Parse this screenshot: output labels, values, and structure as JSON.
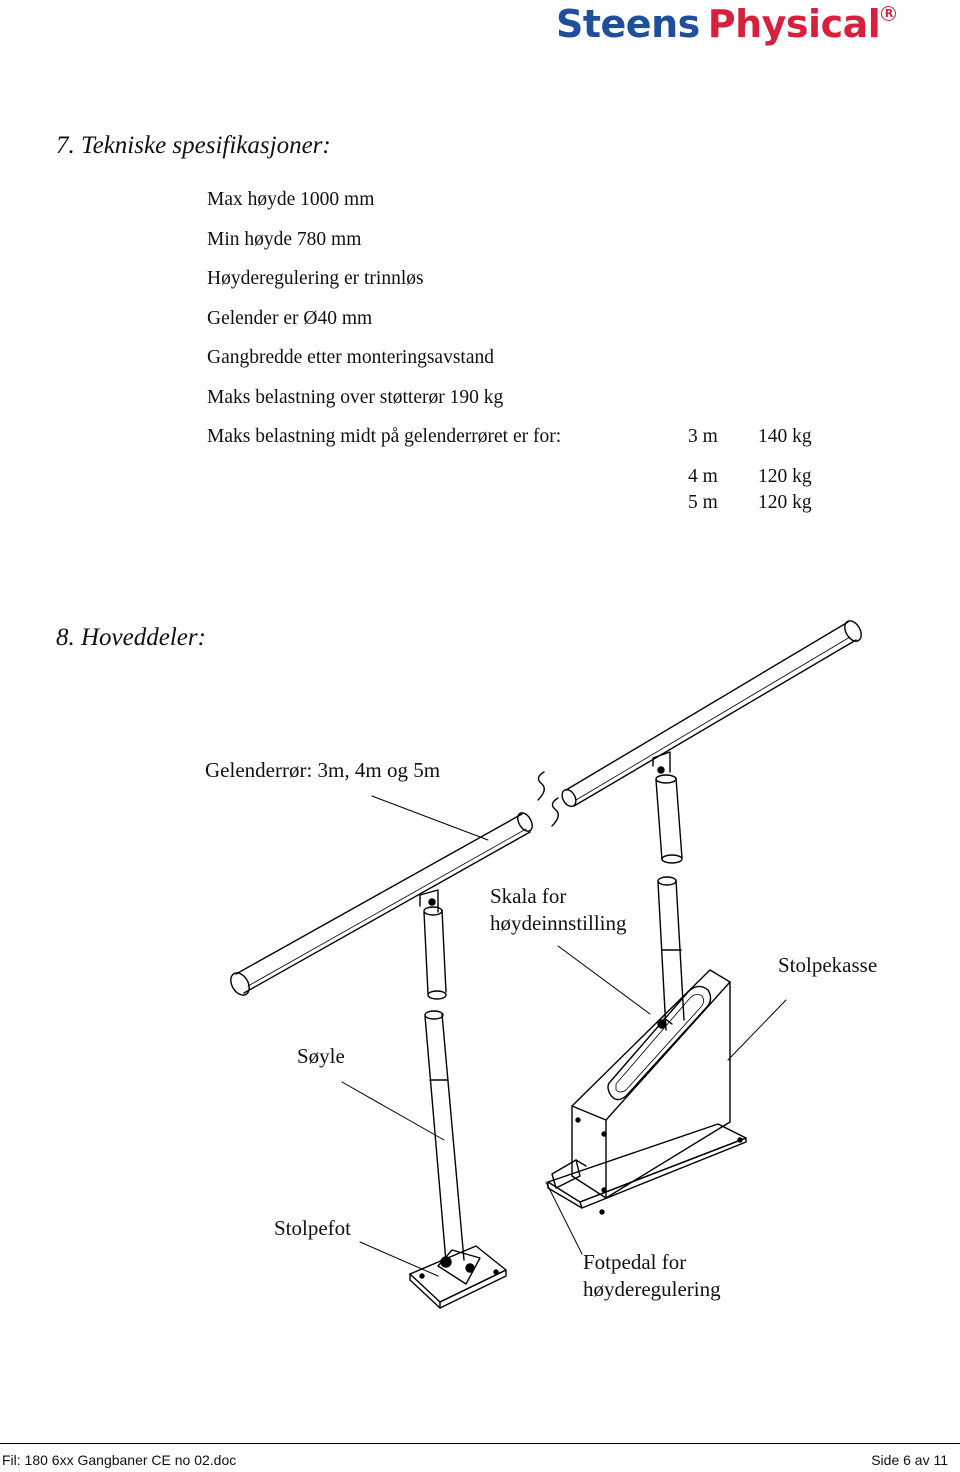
{
  "header": {
    "brand_word1": "Steens",
    "brand_word2": "Physical",
    "brand_mark": "R"
  },
  "section7": {
    "title": "7. Tekniske spesifikasjoner:",
    "specs": [
      "Max høyde 1000 mm",
      "Min høyde 780 mm",
      "Høyderegulering er trinnløs",
      "Gelender er Ø40 mm",
      "Gangbredde etter monteringsavstand",
      "Maks belastning over støtterør 190 kg",
      "Maks belastning midt på gelenderrøret er for:"
    ],
    "load_table": [
      {
        "length": "3 m",
        "load": "140 kg"
      },
      {
        "length": "4 m",
        "load": "120 kg"
      },
      {
        "length": "5 m",
        "load": "120 kg"
      }
    ]
  },
  "section8": {
    "title": "8. Hoveddeler:",
    "labels": {
      "rail": "Gelenderrør: 3m, 4m og 5m",
      "scale_line1": "Skala for",
      "scale_line2": "høydeinnstilling",
      "box": "Stolpekasse",
      "column": "Søyle",
      "foot": "Stolpefot",
      "pedal_line1": "Fotpedal for",
      "pedal_line2": "høyderegulering"
    }
  },
  "footer": {
    "file": "Fil: 180 6xx Gangbaner CE no 02.doc",
    "page": "Side 6 av 11"
  }
}
